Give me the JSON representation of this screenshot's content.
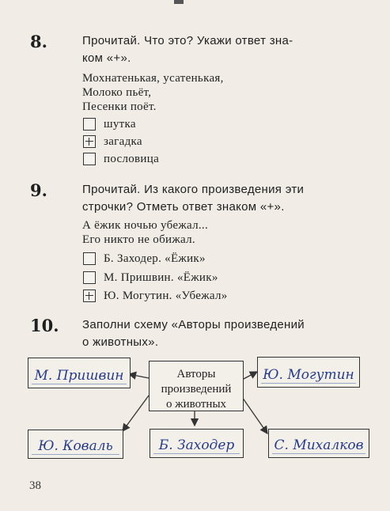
{
  "page_number": "38",
  "task8": {
    "number": "8.",
    "question": [
      "Прочитай. Что это? Укажи ответ зна-",
      "ком «+»."
    ],
    "poem": [
      "Мохнатенькая, усатенькая,",
      "Молоко пьёт,",
      "Песенки поёт."
    ],
    "options": [
      {
        "label": "шутка",
        "checked": false
      },
      {
        "label": "загадка",
        "checked": true
      },
      {
        "label": "пословица",
        "checked": false
      }
    ]
  },
  "task9": {
    "number": "9.",
    "question": [
      "Прочитай. Из какого произведения эти",
      "строчки? Отметь ответ знаком «+»."
    ],
    "poem": [
      "А ёжик ночью убежал...",
      "Его никто не обижал."
    ],
    "options": [
      {
        "label": "Б. Заходер. «Ёжик»",
        "checked": false
      },
      {
        "label": "М. Пришвин. «Ёжик»",
        "checked": false
      },
      {
        "label": "Ю. Могутин. «Убежал»",
        "checked": true
      }
    ]
  },
  "task10": {
    "number": "10.",
    "question": [
      "Заполни схему «Авторы произведений",
      "о животных»."
    ],
    "center_box": [
      "Авторы",
      "произведений",
      "о животных"
    ],
    "answers": {
      "top_left": "М. Пришвин",
      "top_right": "Ю. Могутин",
      "bottom_left": "Ю. Коваль",
      "bottom_middle": "Б. Заходер",
      "bottom_right": "С. Михалков"
    }
  }
}
